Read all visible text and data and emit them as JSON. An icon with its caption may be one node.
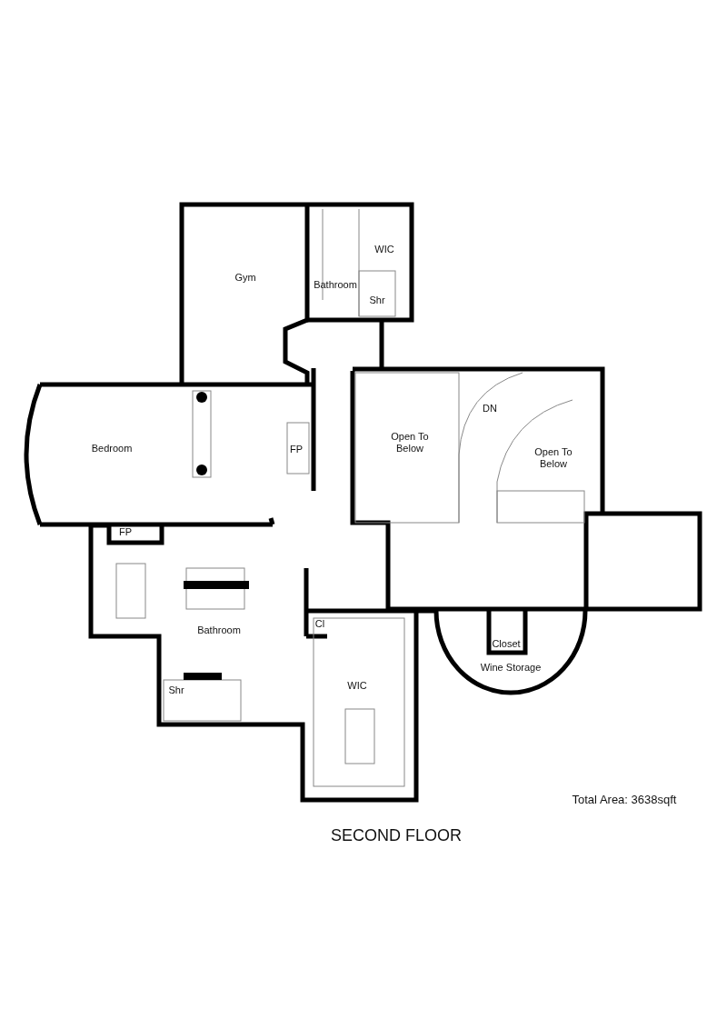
{
  "diagram": {
    "title": "SECOND FLOOR",
    "labels": [
      "Gym",
      "WIC",
      "Bathroom",
      "Shr",
      "DN",
      "Open To Below",
      "Bedroom",
      "FP",
      "Open To Below",
      "FP",
      "Bathroom",
      "Cl",
      "Closet",
      "Wine Storage",
      "Shr",
      "WIC",
      "Total Area: 3638sqft"
    ]
  }
}
